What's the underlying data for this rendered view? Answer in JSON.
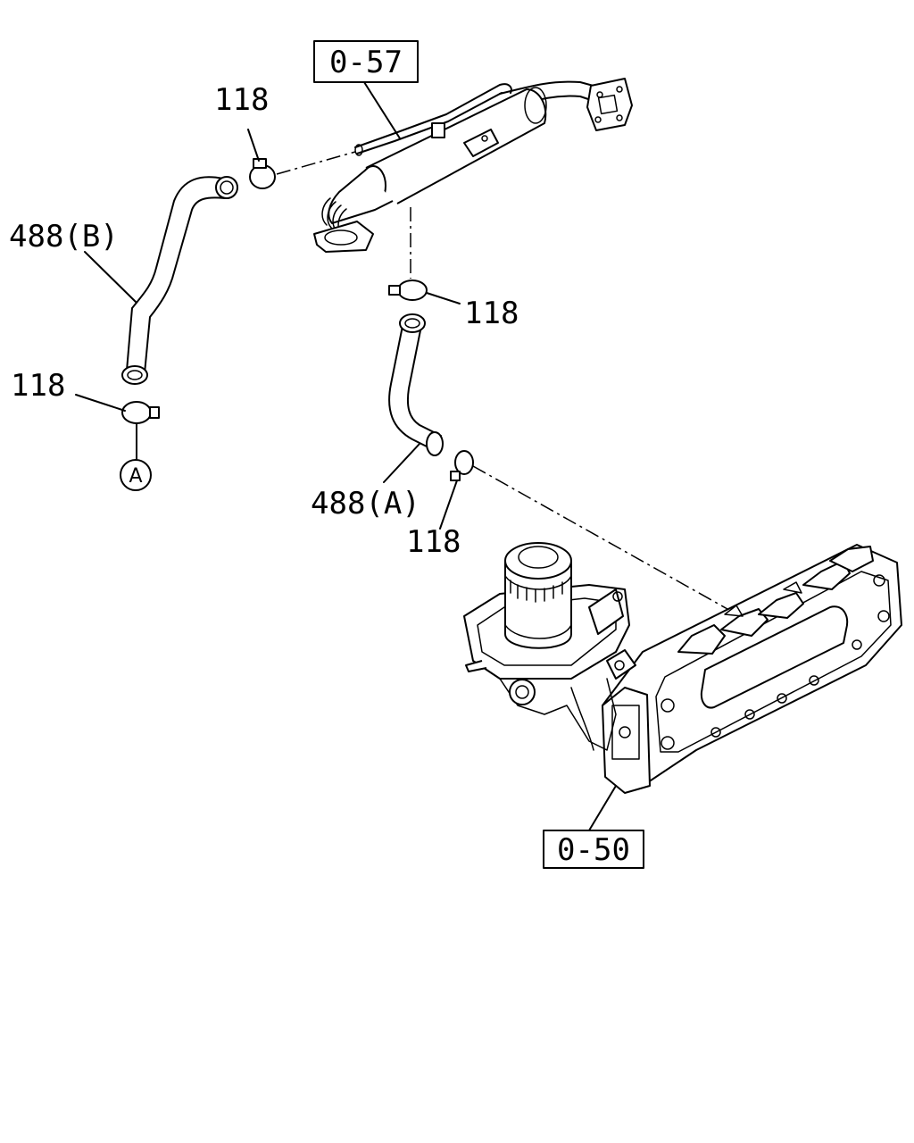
{
  "labels": {
    "ref_top": "0-57",
    "ref_bottom": "0-50",
    "clamp_top": "118",
    "clamp_right": "118",
    "clamp_left": "118",
    "clamp_bottom": "118",
    "hose_b": "488(B)",
    "hose_a": "488(A)",
    "connector": "A"
  }
}
